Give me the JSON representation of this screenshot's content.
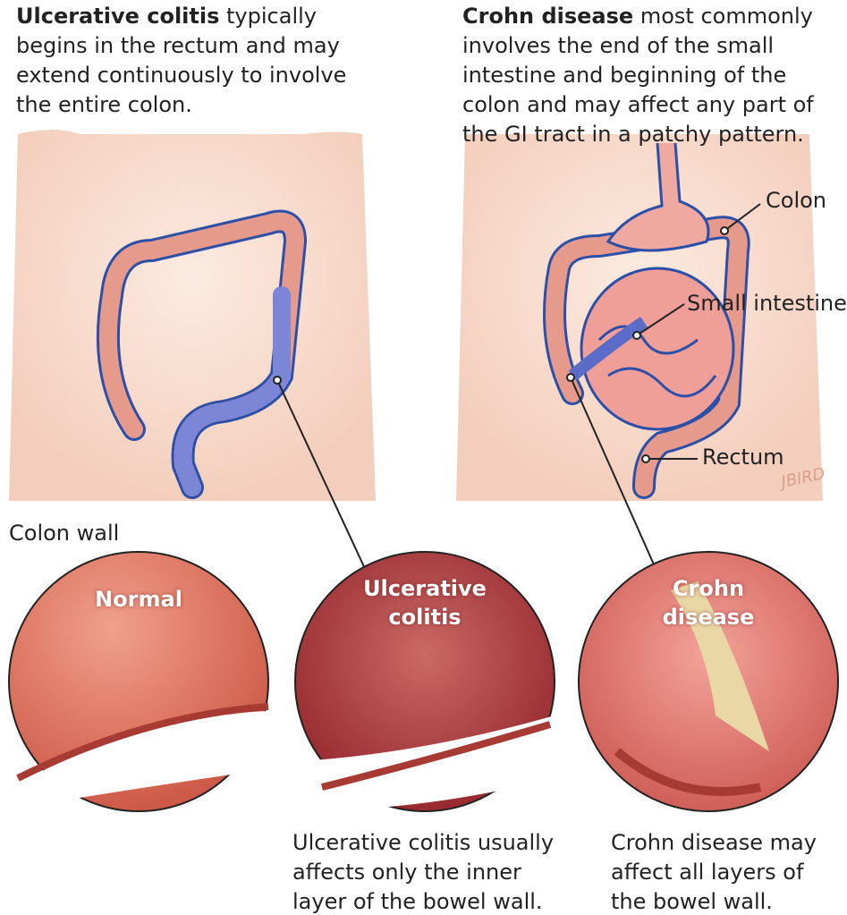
{
  "uc_heading": {
    "bold": "Ulcerative colitis",
    "rest": " typically begins in the rectum and may extend continuously to involve the entire colon."
  },
  "cd_heading": {
    "bold": "Crohn disease",
    "rest": " most commonly involves the end of the small intestine and beginning of the colon and may affect any part of the GI tract in a patchy pattern."
  },
  "labels": {
    "colon": "Colon",
    "small_intestine": "Small intestine",
    "rectum": "Rectum",
    "colon_wall": "Colon wall"
  },
  "circles": {
    "normal": "Normal",
    "uc": "Ulcerative colitis",
    "cd": "Crohn disease"
  },
  "captions": {
    "uc": "Ulcerative colitis usually affects only the inner layer of the bowel wall.",
    "cd": "Crohn disease may affect all layers of the bowel wall."
  },
  "signature": "JBIRD",
  "colors": {
    "skin": "#f6d6c4",
    "tract_outline": "#2c4fa8",
    "inflamed": "#7b86d6",
    "tissue": "#d9695e"
  }
}
